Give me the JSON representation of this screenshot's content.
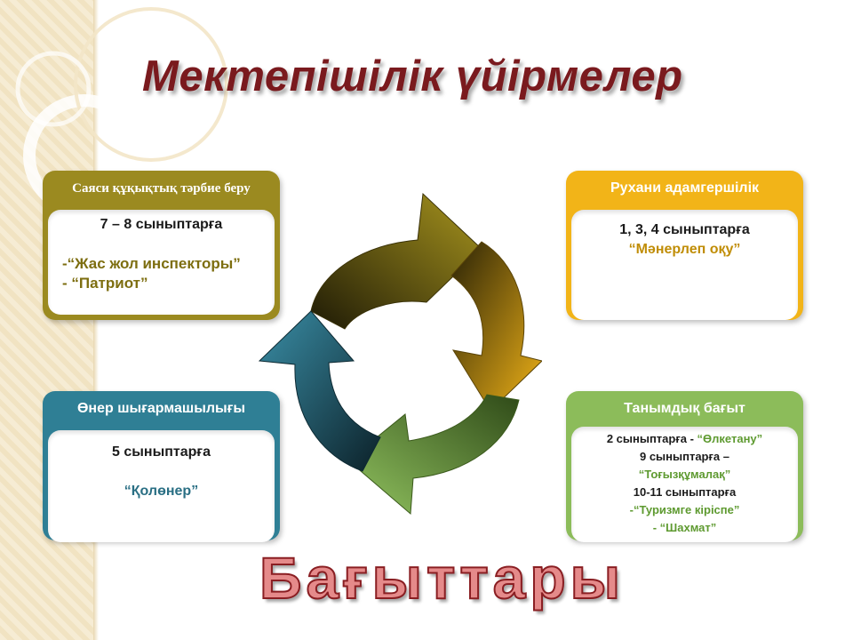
{
  "title": "Мектепішілік үйірмелер",
  "footer": "Бағыттары",
  "cards": {
    "top_left": {
      "header": "Саяси құқықтық тәрбие беру",
      "lines": [
        "7 – 8 сыныптарға",
        "",
        "-“Жас жол инспекторы”",
        "- “Патриот”"
      ]
    },
    "top_right": {
      "header": "Рухани адамгершілік",
      "lines": [
        "1, 3, 4 сыныптарға",
        "“Мәнерлеп оқу”"
      ]
    },
    "bottom_left": {
      "header": "Өнер шығармашылығы",
      "lines": [
        "5 сыныптарға",
        "",
        "“Қолөнер”"
      ]
    },
    "bottom_right": {
      "header": "Танымдық бағыт",
      "line1_a": "2 сыныптарға  - ",
      "line1_b": "“Өлкетану”",
      "line2": "9 сыныптарға  –",
      "line3": "“Тоғызқұмалақ”",
      "line4": "10-11  сыныптарға",
      "line5": "-“Туризмге  кіріспе”",
      "line6": "- “Шахмат”"
    }
  },
  "colors": {
    "olive": "#9b8a20",
    "gold": "#f2b418",
    "teal": "#2f7f95",
    "green": "#8cbc5a",
    "title": "#7a1a1e",
    "footer_fill": "#e58a8a"
  }
}
